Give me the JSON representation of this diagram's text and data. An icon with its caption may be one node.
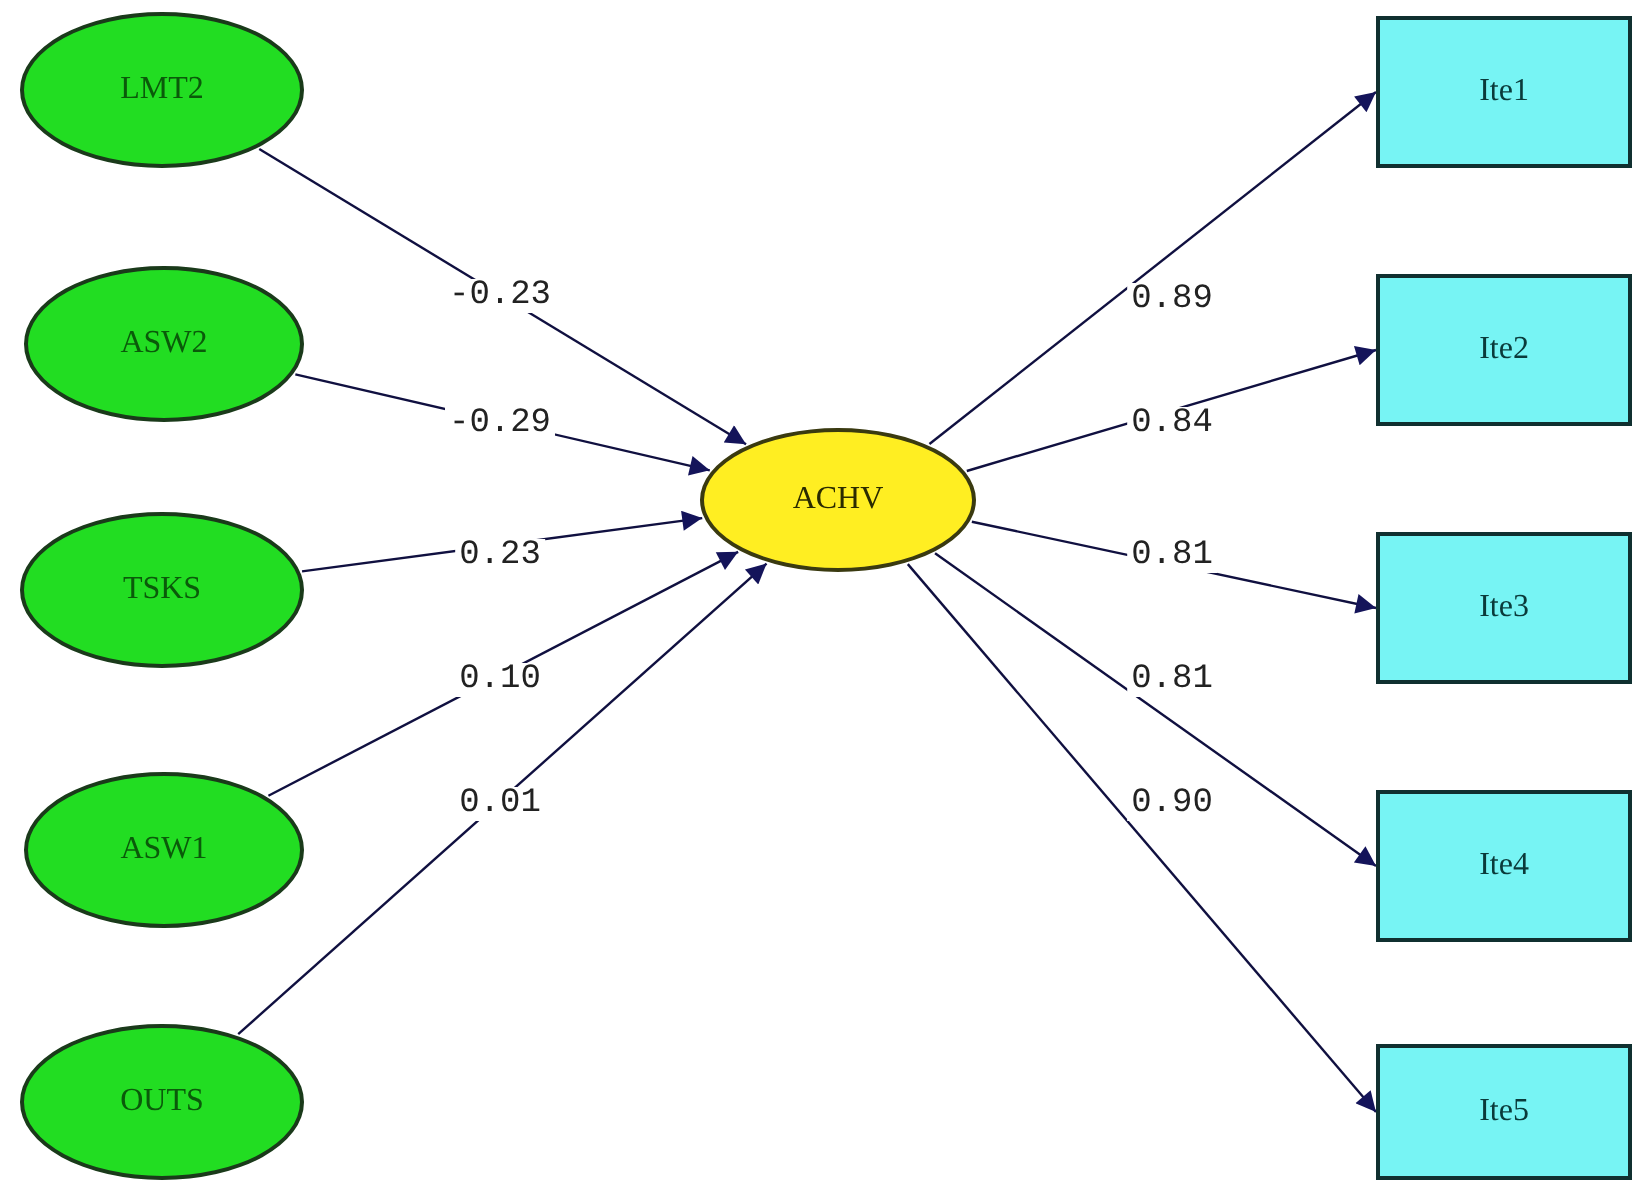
{
  "diagram": {
    "nodes": [
      {
        "text": [
          "LMT2"
        ]
      },
      {
        "text": [
          "ASW2"
        ]
      },
      {
        "text": [
          "TSKS"
        ]
      },
      {
        "text": [
          "ASW1"
        ]
      },
      {
        "text": [
          "OUTS"
        ]
      },
      {
        "text": [
          "ACHV"
        ]
      },
      {
        "text": [
          "Ite1"
        ]
      },
      {
        "text": [
          "Ite2"
        ]
      },
      {
        "text": [
          "Ite3"
        ]
      },
      {
        "text": [
          "Ite4"
        ]
      },
      {
        "text": [
          "Ite5"
        ]
      }
    ],
    "edges": [
      {
        "from": 0,
        "to": 5,
        "arrow": "to",
        "label": "-0.23"
      },
      {
        "from": 1,
        "to": 5,
        "arrow": "to",
        "label": "-0.29"
      },
      {
        "from": 2,
        "to": 5,
        "arrow": "to",
        "label": "0.23"
      },
      {
        "from": 3,
        "to": 5,
        "arrow": "to",
        "label": "0.10"
      },
      {
        "from": 4,
        "to": 5,
        "arrow": "to",
        "label": "0.01"
      },
      {
        "from": 5,
        "to": 6,
        "arrow": "to",
        "label": "0.89"
      },
      {
        "from": 5,
        "to": 7,
        "arrow": "to",
        "label": "0.84"
      },
      {
        "from": 5,
        "to": 8,
        "arrow": "to",
        "label": "0.81"
      },
      {
        "from": 5,
        "to": 9,
        "arrow": "to",
        "label": "0.81"
      },
      {
        "from": 5,
        "to": 10,
        "arrow": "to",
        "label": "0.90"
      }
    ]
  }
}
